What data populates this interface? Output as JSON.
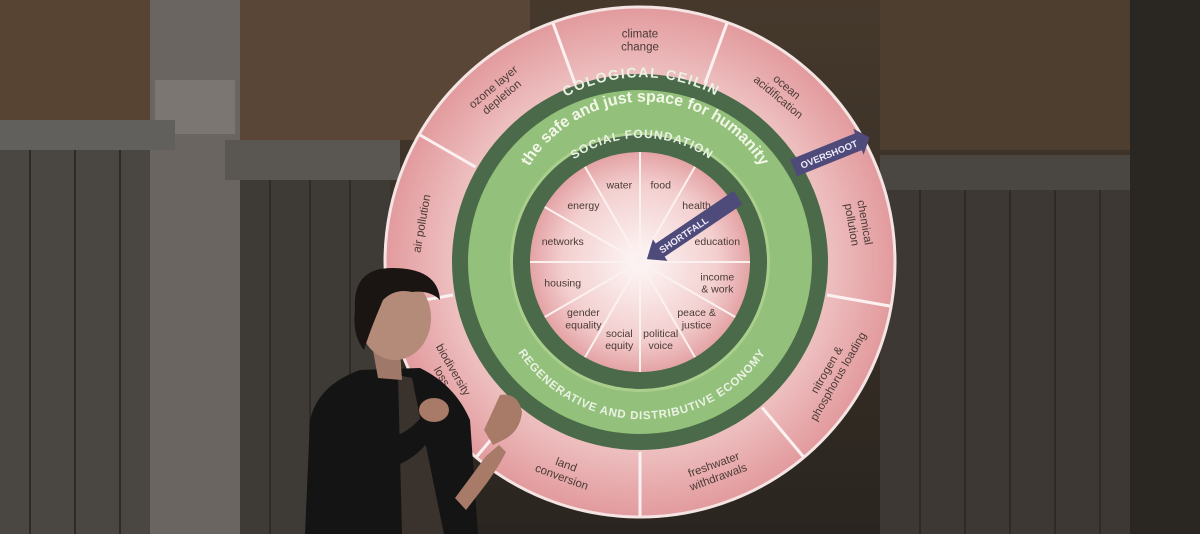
{
  "diagram": {
    "ecological_ceiling_label": "ECOLOGICAL CEILING",
    "safe_space_label": "the safe and just space for humanity",
    "social_foundation_label": "SOCIAL FOUNDATION",
    "economy_label": "REGENERATIVE AND DISTRIBUTIVE ECONOMY",
    "overshoot_label": "OVERSHOOT",
    "shortfall_label": "SHORTFALL",
    "ceiling_segments": [
      [
        "climate",
        "change"
      ],
      [
        "ocean",
        "acidification"
      ],
      [
        "chemical",
        "pollution"
      ],
      [
        "nitrogen &",
        "phosphorus loading"
      ],
      [
        "freshwater",
        "withdrawals"
      ],
      [
        "land",
        "conversion"
      ],
      [
        "biodiversity",
        "loss"
      ],
      [
        "air pollution"
      ],
      [
        "ozone layer",
        "depletion"
      ]
    ],
    "foundation_segments": [
      [
        "food"
      ],
      [
        "health"
      ],
      [
        "education"
      ],
      [
        "income",
        "& work"
      ],
      [
        "peace &",
        "justice"
      ],
      [
        "political",
        "voice"
      ],
      [
        "social",
        "equity"
      ],
      [
        "gender",
        "equality"
      ],
      [
        "housing"
      ],
      [
        "networks"
      ],
      [
        "energy"
      ],
      [
        "water"
      ]
    ]
  },
  "colors": {
    "pink_outer": "#e8a9ab",
    "pink_inner": "#f7dedd",
    "dark_ring": "#4a6a4a",
    "green_band": "#93c07a",
    "arrow": "#4e4a7a",
    "wall": "#3a342e"
  }
}
